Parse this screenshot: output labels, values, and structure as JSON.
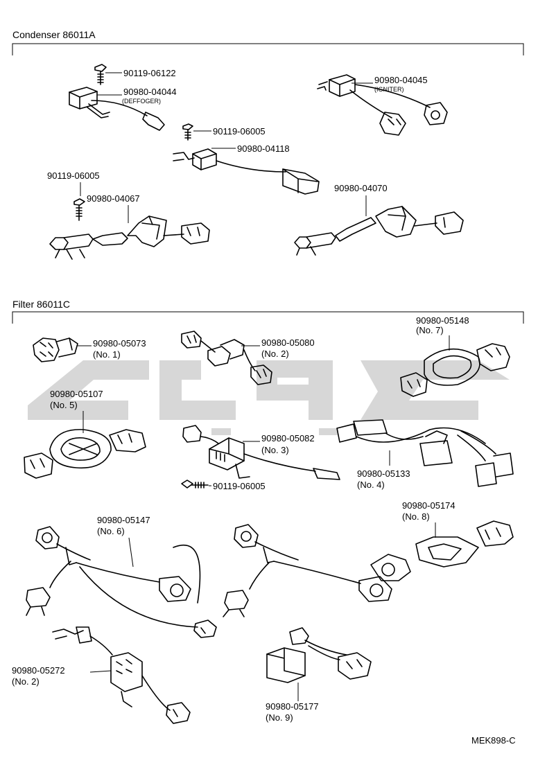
{
  "sections": {
    "condenser": "Condenser 86011A",
    "filter": "Filter 86011C"
  },
  "labels": {
    "c1_no": "90119-06122",
    "c2_no": "90980-04044",
    "c2_sub": "(DEFFOGER)",
    "c3_no": "90119-06005",
    "c4_no": "90980-04118",
    "c5_no": "90119-06005",
    "c6_no": "90980-04067",
    "c7_no": "90980-04045",
    "c7_sub": "(IGNITER)",
    "c8_no": "90980-04070",
    "f1_no": "90980-05073",
    "f1_sub": "(No. 1)",
    "f2_no": "90980-05080",
    "f2_sub": "(No. 2)",
    "f3_no": "90980-05148",
    "f3_sub": "(No. 7)",
    "f4_no": "90980-05107",
    "f4_sub": "(No. 5)",
    "f5_no": "90980-05082",
    "f5_sub": "(No. 3)",
    "f6_no": "90119-06005",
    "f7_no": "90980-05133",
    "f7_sub": "(No. 4)",
    "f8_no": "90980-05147",
    "f8_sub": "(No. 6)",
    "f9_no": "90980-05174",
    "f9_sub": "(No. 8)",
    "f10_no": "90980-05272",
    "f10_sub": "(No. 2)",
    "f11_no": "90980-05177",
    "f11_sub": "(No. 9)"
  },
  "footer": {
    "code": "MEK898-C"
  }
}
